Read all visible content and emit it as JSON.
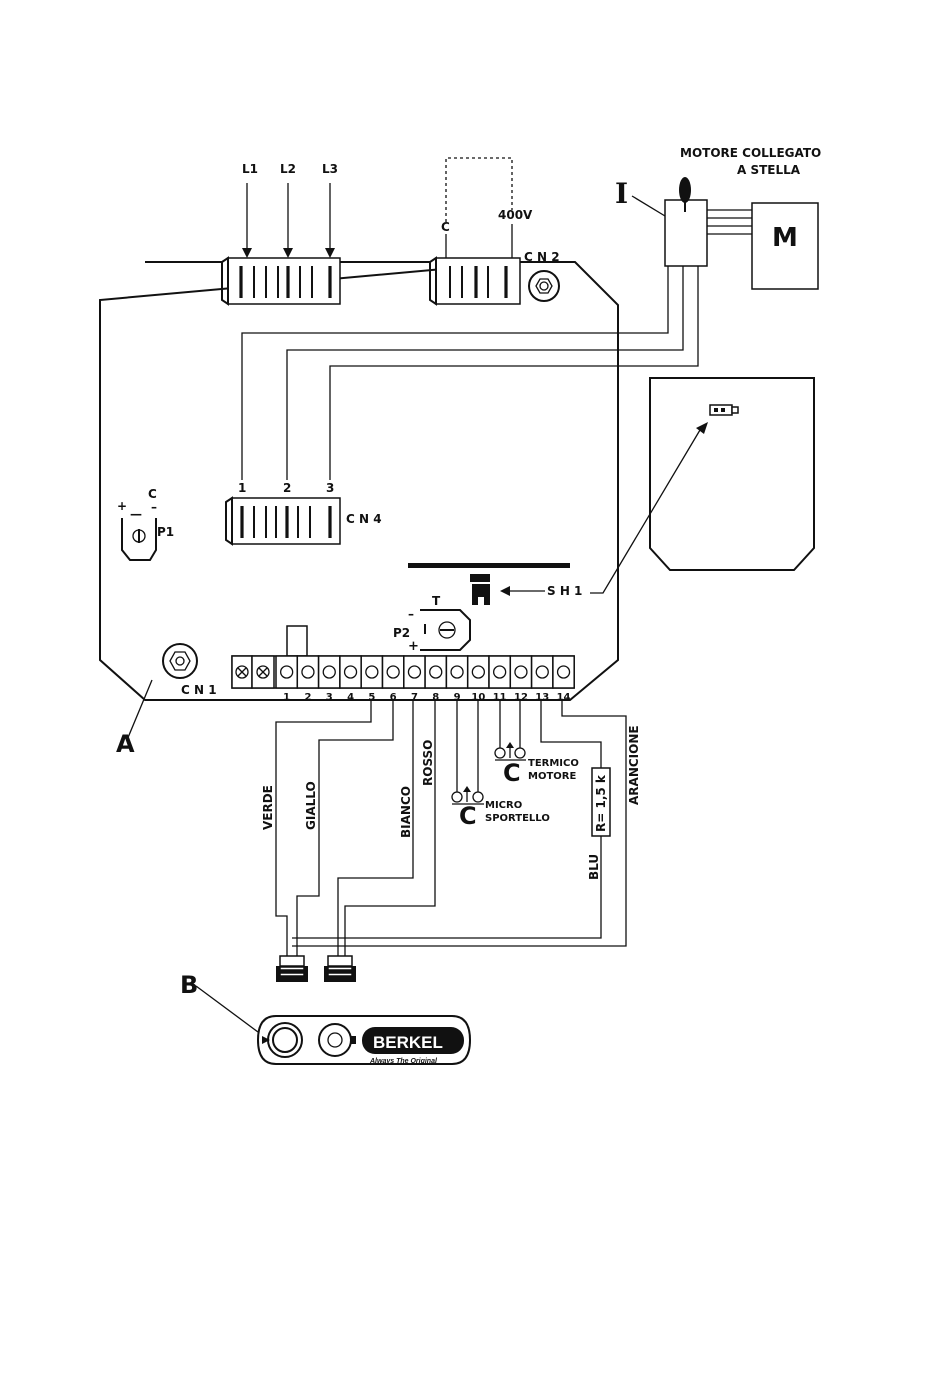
{
  "labels": {
    "l1": "L1",
    "l2": "L2",
    "l3": "L3",
    "c_cn2": "C",
    "v400": "400V",
    "cn2": "C N 2",
    "motor_title_1": "MOTORE COLLEGATO",
    "motor_title_2": "A STELLA",
    "switch_i": "I",
    "motor_m": "M",
    "cn4_1": "1",
    "cn4_2": "2",
    "cn4_3": "3",
    "cn4": "C N 4",
    "p1_plus": "+",
    "p1_minus": "—",
    "p1_c": "C",
    "p1_c_minus": "–",
    "p1": "P1",
    "sh1": "S H 1",
    "p2_t": "T",
    "p2_minus": "–",
    "p2": "P2",
    "p2_plus": "+",
    "cn1": "C N 1",
    "a": "A",
    "b": "B",
    "verde": "VERDE",
    "giallo": "GIALLO",
    "bianco": "BIANCO",
    "rosso": "ROSSO",
    "arancione": "ARANCIONE",
    "blu": "BLU",
    "resistor": "R= 1,5 k",
    "micro_c": "C",
    "micro_1": "MICRO",
    "micro_2": "SPORTELLO",
    "term_c": "C",
    "term_1": "TERMICO",
    "term_2": "MOTORE",
    "brand": "BERKEL",
    "slogan": "Always The Original"
  },
  "terminal_numbers": [
    "1",
    "2",
    "3",
    "4",
    "5",
    "6",
    "7",
    "8",
    "9",
    "10",
    "11",
    "12",
    "13",
    "14"
  ],
  "icons": {
    "nut": "hex-nut-icon",
    "switch": "toggle-switch-icon",
    "jumper": "jumper-icon"
  }
}
